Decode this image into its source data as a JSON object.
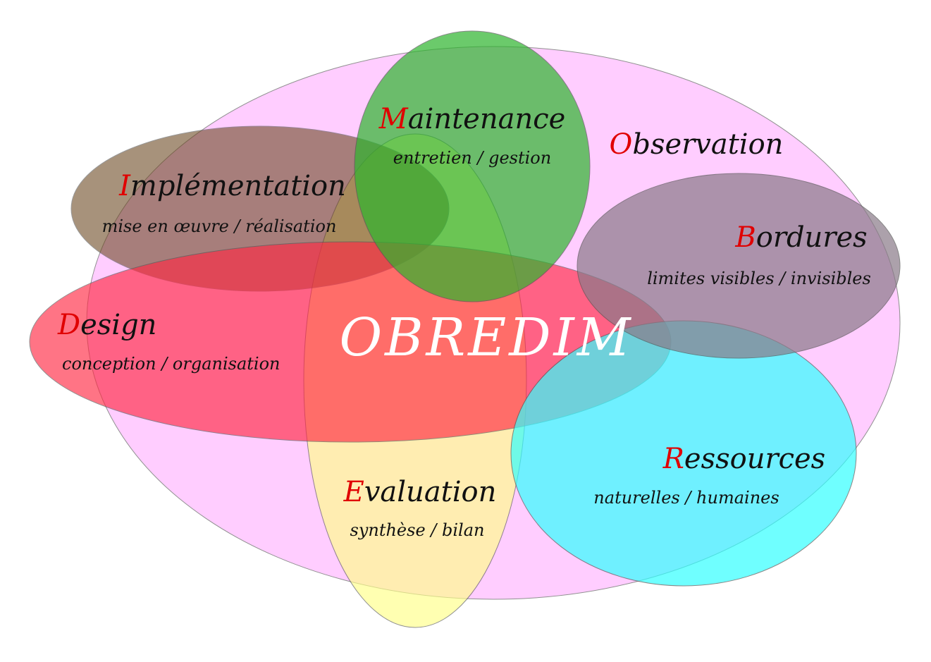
{
  "center_label": "OBREDIM",
  "colors": {
    "observation": "#ffb3ff",
    "maintenance": "#2db52d",
    "implementation": "#6e4a24",
    "bordures": "#8a7a88",
    "design": "#ff2a44",
    "ressources": "#33ffff",
    "evaluation": "#ffff88"
  },
  "sets": {
    "observation": {
      "initial": "O",
      "rest": "bservation",
      "subtitle": ""
    },
    "maintenance": {
      "initial": "M",
      "rest": "aintenance",
      "subtitle": "entretien / gestion"
    },
    "implementation": {
      "initial": "I",
      "rest": "mplémentation",
      "subtitle": "mise en œuvre / réalisation"
    },
    "bordures": {
      "initial": "B",
      "rest": "ordures",
      "subtitle": "limites visibles / invisibles"
    },
    "design": {
      "initial": "D",
      "rest": "esign",
      "subtitle": "conception / organisation"
    },
    "ressources": {
      "initial": "R",
      "rest": "essources",
      "subtitle": "naturelles / humaines"
    },
    "evaluation": {
      "initial": "E",
      "rest": "valuation",
      "subtitle": "synthèse / bilan"
    }
  }
}
